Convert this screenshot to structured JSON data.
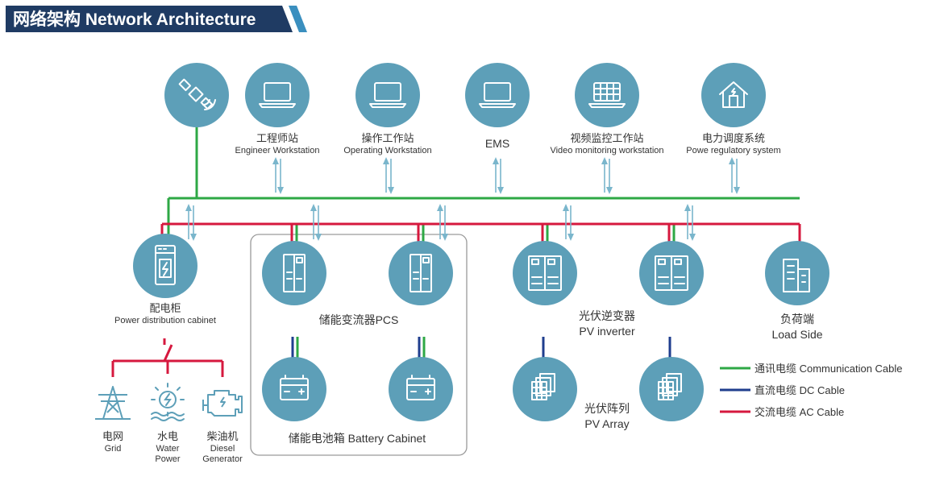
{
  "header": {
    "title": "网络架构 Network Architecture"
  },
  "colors": {
    "node_fill": "#5d9fb8",
    "header_bg": "#1f3b63",
    "header_accent": "#3a8fbf",
    "communication_cable": "#2ea845",
    "dc_cable": "#1f3e8e",
    "ac_cable": "#d6183e",
    "arrow": "#7ab6cc"
  },
  "top_nodes": [
    {
      "icon": "satellite-icon",
      "cn": "",
      "en": ""
    },
    {
      "icon": "laptop-icon",
      "cn": "工程师站",
      "en": "Engineer Workstation"
    },
    {
      "icon": "laptop-icon",
      "cn": "操作工作站",
      "en": "Operating Workstation"
    },
    {
      "icon": "laptop-icon",
      "cn": "EMS",
      "en": ""
    },
    {
      "icon": "monitor-grid-icon",
      "cn": "视频监控工作站",
      "en": "Video monitoring workstation"
    },
    {
      "icon": "house-icon",
      "cn": "电力调度系统",
      "en": "Powe regulatory system"
    }
  ],
  "distribution": {
    "cn": "配电柜",
    "en": "Power distribution cabinet"
  },
  "sources": [
    {
      "icon": "tower-icon",
      "cn": "电网",
      "en1": "Grid",
      "en2": ""
    },
    {
      "icon": "hydro-icon",
      "cn": "水电",
      "en1": "Water",
      "en2": "Power"
    },
    {
      "icon": "engine-icon",
      "cn": "柴油机",
      "en1": "Diesel",
      "en2": "Generator"
    }
  ],
  "pcs": {
    "label": "储能变流器PCS"
  },
  "battery": {
    "label": "储能电池箱 Battery Cabinet"
  },
  "pv_inverter": {
    "cn": "光伏逆变器",
    "en": "PV inverter"
  },
  "pv_array": {
    "cn": "光伏阵列",
    "en": "PV Array"
  },
  "load": {
    "cn": "负荷端",
    "en": "Load Side"
  },
  "legend": [
    {
      "key": "communication_cable",
      "label": "通讯电缆 Communication Cable"
    },
    {
      "key": "dc_cable",
      "label": "直流电缆 DC Cable"
    },
    {
      "key": "ac_cable",
      "label": "交流电缆 AC Cable"
    }
  ]
}
